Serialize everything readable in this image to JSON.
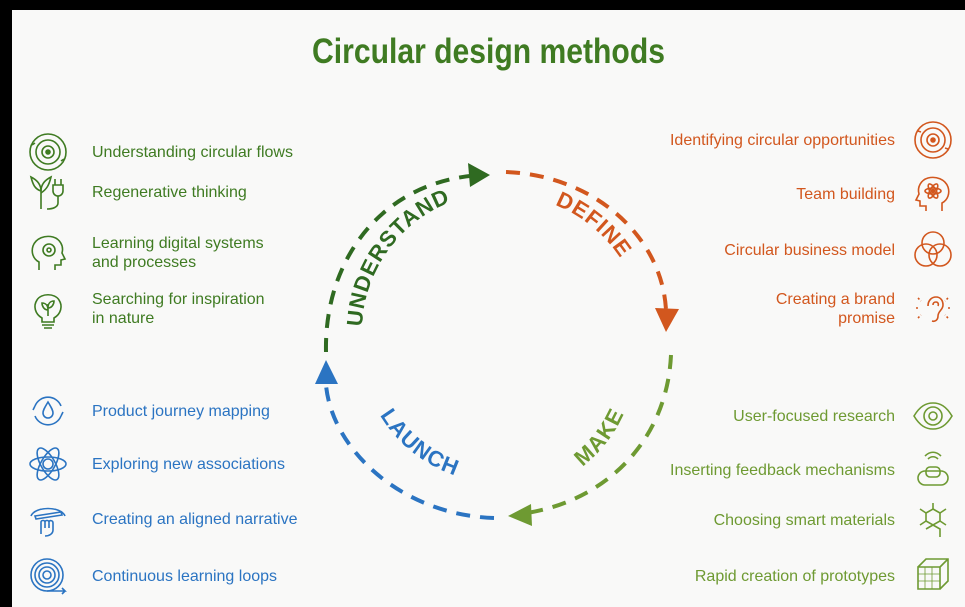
{
  "title": "Circular design methods",
  "colors": {
    "understand": "#2f6a21",
    "define": "#d2571e",
    "make": "#6e9a32",
    "launch": "#2b74c2",
    "title": "#3f7b22"
  },
  "phases": {
    "understand": "UNDERSTAND",
    "define": "DEFINE",
    "make": "MAKE",
    "launch": "LAUNCH"
  },
  "understand_methods": [
    {
      "label": "Understanding circular flows",
      "icon": "circular-flows-icon"
    },
    {
      "label": "Regenerative thinking",
      "icon": "plant-plug-icon"
    },
    {
      "label": "Learning digital systems\nand processes",
      "icon": "head-gear-icon"
    },
    {
      "label": "Searching for inspiration\nin nature",
      "icon": "leaf-bulb-icon"
    }
  ],
  "define_methods": [
    {
      "label": "Identifying circular opportunities",
      "icon": "target-circles-icon"
    },
    {
      "label": "Team building",
      "icon": "head-atom-icon"
    },
    {
      "label": "Circular business model",
      "icon": "venn-icon"
    },
    {
      "label": "Creating a brand\npromise",
      "icon": "ear-sound-icon"
    }
  ],
  "launch_methods": [
    {
      "label": "Product journey mapping",
      "icon": "drop-cycle-icon"
    },
    {
      "label": "Exploring new associations",
      "icon": "atom-brain-icon"
    },
    {
      "label": "Creating an aligned narrative",
      "icon": "hand-pen-icon"
    },
    {
      "label": "Continuous learning loops",
      "icon": "spiral-icon"
    }
  ],
  "make_methods": [
    {
      "label": "User-focused research",
      "icon": "eye-icon"
    },
    {
      "label": "Inserting feedback mechanisms",
      "icon": "feedback-button-icon"
    },
    {
      "label": "Choosing smart materials",
      "icon": "molecule-icon"
    },
    {
      "label": "Rapid creation of prototypes",
      "icon": "cube-prototype-icon"
    }
  ]
}
